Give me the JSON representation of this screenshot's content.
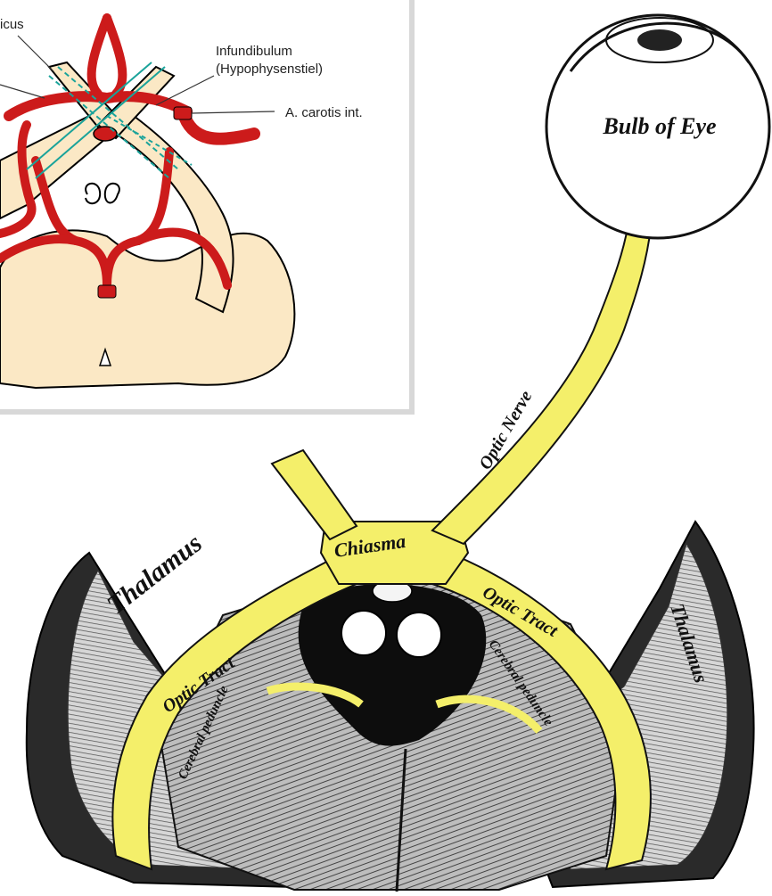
{
  "inset": {
    "labels": {
      "top_left_partial": "icus",
      "infundibulum_line1": "Infundibulum",
      "infundibulum_line2": "(Hypophysenstiel)",
      "carotis": "A. carotis int."
    }
  },
  "main": {
    "labels": {
      "bulb": "Bulb of Eye",
      "optic_nerve": "Optic Nerve",
      "chiasma": "Chiasma",
      "thalamus_left": "Thalamus",
      "thalamus_right": "Thalamus",
      "optic_tract_left": "Optic Tract",
      "optic_tract_right": "Optic Tract",
      "cerebral_peduncle_left": "Cerebral peduncle",
      "cerebral_peduncle_right": "Cerebral peduncle"
    }
  },
  "colors": {
    "nerve_yellow": "#f4ef6a",
    "artery_red": "#cc1b1b",
    "tissue_beige": "#fbe8c5",
    "inset_border": "#d8d8d8",
    "dashed_teal": "#1aa39a"
  }
}
